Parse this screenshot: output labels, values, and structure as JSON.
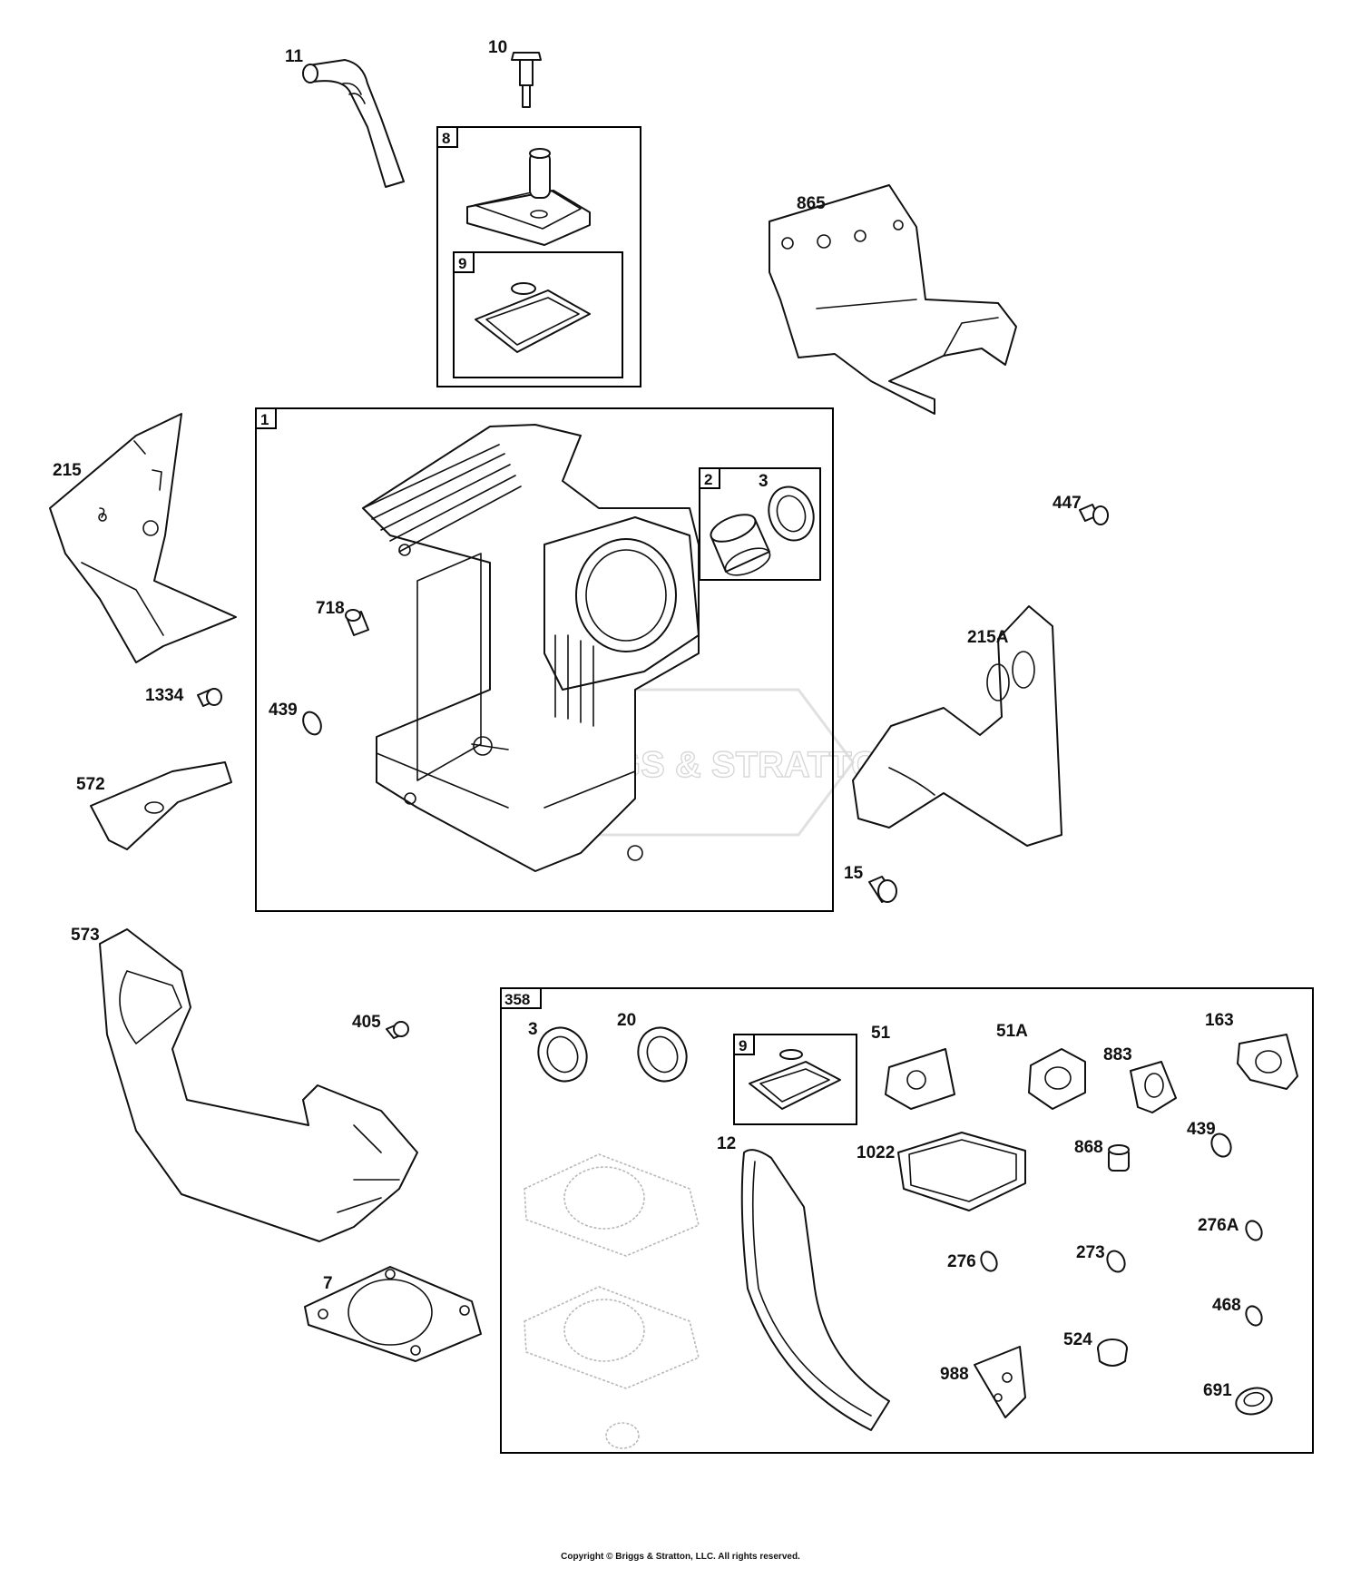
{
  "watermark": "BRIGGS & STRATTON",
  "copyright": "Copyright © Briggs & Stratton, LLC. All rights reserved.",
  "boxes": {
    "b1": "1",
    "b2": "2",
    "b8": "8",
    "b9top": "9",
    "b358": "358",
    "b9kit": "9"
  },
  "labels": {
    "p11": "11",
    "p10": "10",
    "p865": "865",
    "p215": "215",
    "p447": "447",
    "p3a": "3",
    "p718": "718",
    "p215a": "215A",
    "p1334": "1334",
    "p439a": "439",
    "p572": "572",
    "p15": "15",
    "p573": "573",
    "p405": "405",
    "p7": "7",
    "p3b": "3",
    "p20": "20",
    "p51": "51",
    "p51a": "51A",
    "p883": "883",
    "p163": "163",
    "p12": "12",
    "p1022": "1022",
    "p868": "868",
    "p439b": "439",
    "p276a": "276A",
    "p276": "276",
    "p273": "273",
    "p468": "468",
    "p524": "524",
    "p988": "988",
    "p691": "691"
  }
}
